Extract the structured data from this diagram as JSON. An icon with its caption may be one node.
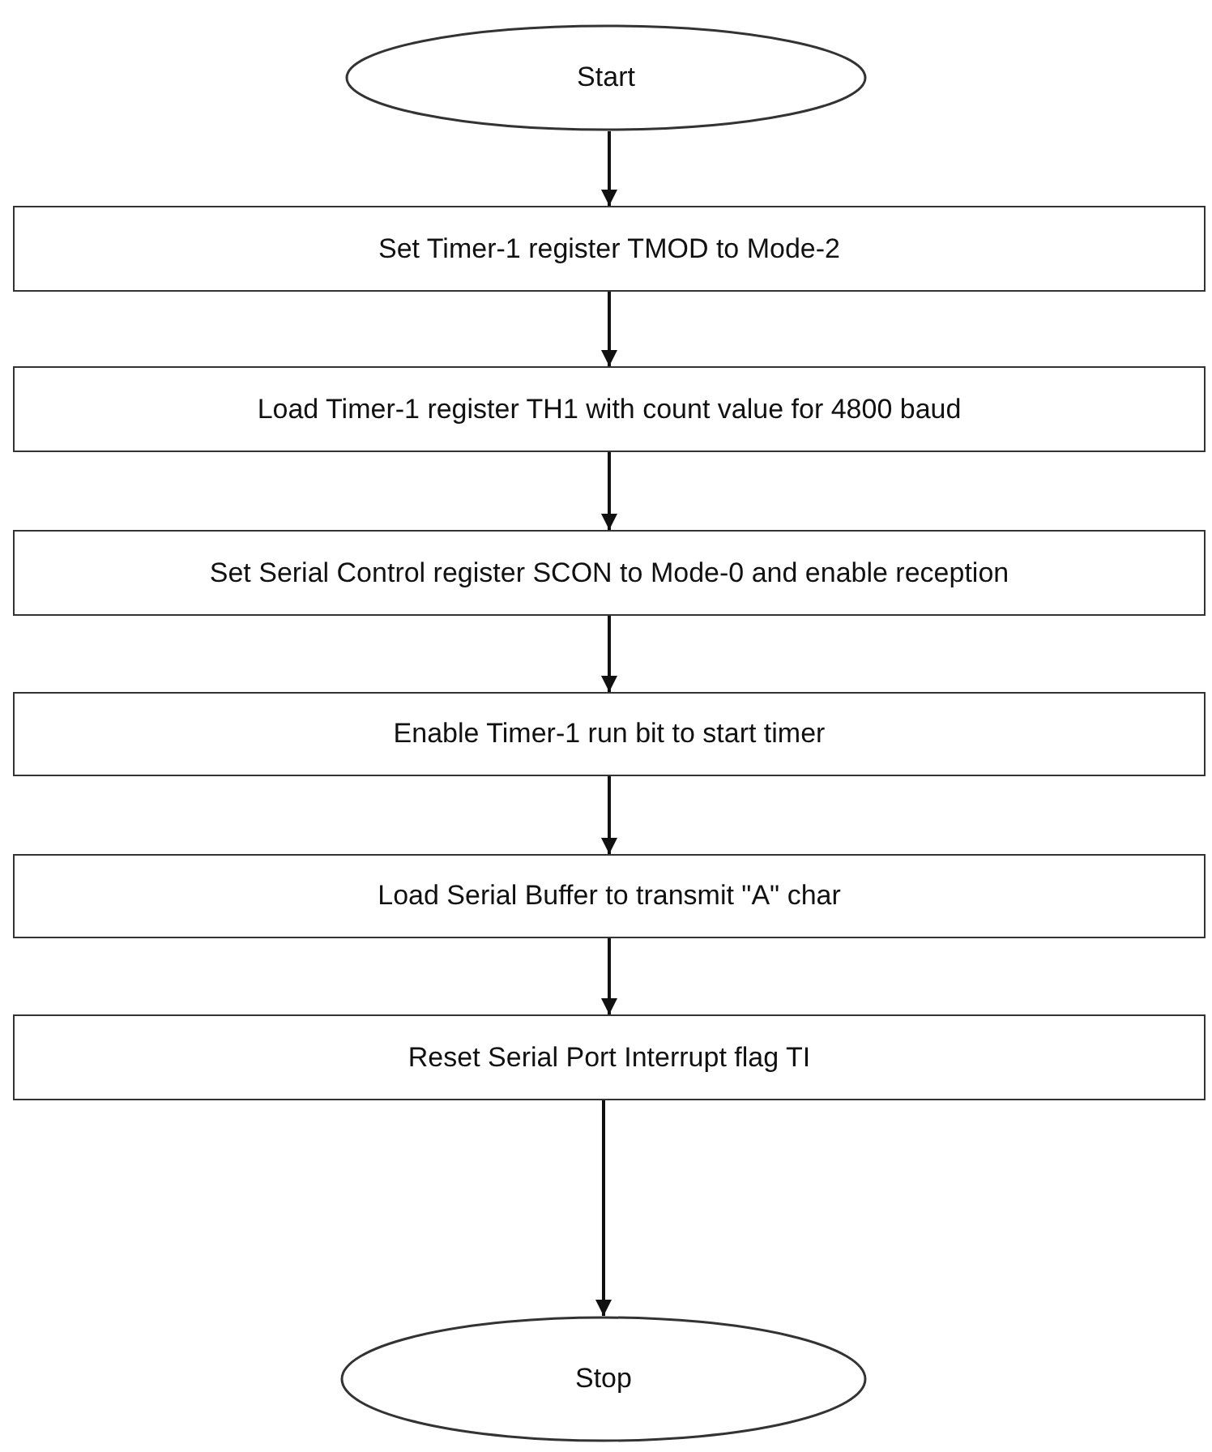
{
  "diagram": {
    "nodes": [
      {
        "text": [
          "Start"
        ]
      },
      {
        "text": [
          "Set Timer-1 register TMOD to Mode-2"
        ]
      },
      {
        "text": [
          "Load Timer-1 register TH1 with count value for 4800 baud"
        ]
      },
      {
        "text": [
          "Set Serial Control register SCON to Mode-0 and enable reception"
        ]
      },
      {
        "text": [
          "Enable Timer-1 run bit to start timer"
        ]
      },
      {
        "text": [
          "Load Serial Buffer to transmit \"A\" char"
        ]
      },
      {
        "text": [
          "Reset Serial Port Interrupt flag TI"
        ]
      },
      {
        "text": [
          "Stop"
        ]
      }
    ],
    "edges": [
      {
        "from": 0,
        "to": 1,
        "arrow": "to"
      },
      {
        "from": 1,
        "to": 2,
        "arrow": "to"
      },
      {
        "from": 2,
        "to": 3,
        "arrow": "to"
      },
      {
        "from": 3,
        "to": 4,
        "arrow": "to"
      },
      {
        "from": 4,
        "to": 5,
        "arrow": "to"
      },
      {
        "from": 5,
        "to": 6,
        "arrow": "to"
      },
      {
        "from": 6,
        "to": 7,
        "arrow": "to"
      }
    ]
  }
}
